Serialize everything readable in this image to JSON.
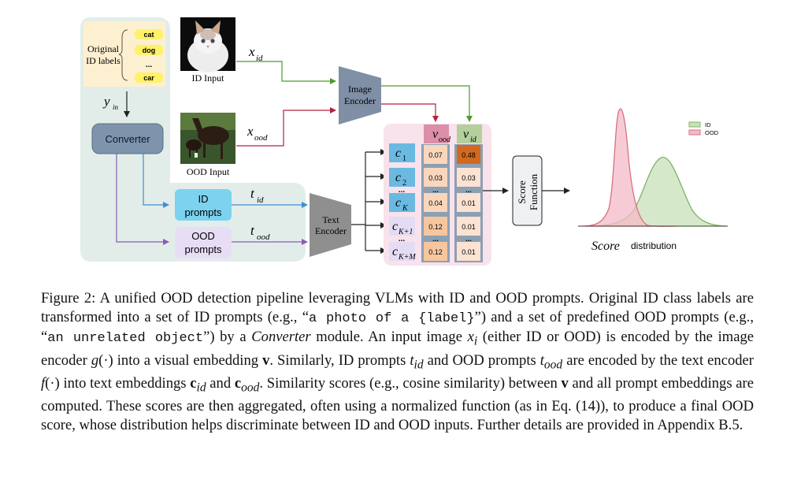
{
  "figure": {
    "labels": {
      "title": "Original",
      "title2": "ID labels",
      "cat": "cat",
      "dog": "dog",
      "dots": "...",
      "car": "car",
      "y": "y",
      "y_sub": "in",
      "converter": "Converter",
      "id_input": "ID Input",
      "ood_input": "OOD Input",
      "x_id": "x",
      "x_id_sub": "id",
      "x_ood": "x",
      "x_ood_sub": "ood",
      "image_encoder_1": "Image",
      "image_encoder_2": "Encoder",
      "text_encoder_1": "Text",
      "text_encoder_2": "Encoder",
      "id_prompts_1": "ID",
      "id_prompts_2": "prompts",
      "ood_prompts_1": "OOD",
      "ood_prompts_2": "prompts",
      "t_id": "t",
      "t_id_sub": "id",
      "t_ood": "t",
      "t_ood_sub": "ood",
      "v_ood": "v",
      "v_ood_sub": "ood",
      "v_id": "v",
      "v_id_sub": "id",
      "c1": "c",
      "c1_sub": "1",
      "c2": "c",
      "c2_sub": "2",
      "cK": "c",
      "cK_sub": "K",
      "cK1": "c",
      "cK1_sub": "K+1",
      "cKM": "c",
      "cKM_sub": "K+M",
      "vdots": "...",
      "score_fn_1": "Score",
      "score_fn_2": "Function",
      "score_dist_it": "Score",
      "score_dist": "distribution",
      "legend_id": "ID",
      "legend_ood": "OOD"
    },
    "scores_ood": [
      "0.07",
      "0.03",
      "0.04",
      "0.12",
      "0.12"
    ],
    "scores_id": [
      "0.48",
      "0.03",
      "0.01",
      "0.01",
      "0.01"
    ],
    "colors": {
      "left_panel": "#e2ede9",
      "labels_box": "#fdf0d0",
      "tag_yellow": "#fff266",
      "converter": "#7e94ad",
      "encoder": "#7f8fa6",
      "text_encoder": "#8f8f8f",
      "id_prompt": "#7cd2ef",
      "ood_prompt": "#e7def6",
      "matrix_bg": "#f8e2ec",
      "v_ood_head": "#dc8fa9",
      "v_id_head": "#b4cf9b",
      "cell_ood": "#f9d6bc",
      "cell_hot": "#d2691e",
      "c_box": "#6ab9e1",
      "id_curve": "#7fb26a",
      "ood_curve": "#d9707f",
      "arrow_green": "#4d9b2e",
      "arrow_red": "#b4213f",
      "arrow_blue": "#3f8fd1",
      "arrow_purple": "#8a5bb6"
    }
  },
  "caption": {
    "s1": "Figure 2: A unified OOD detection pipeline leveraging VLMs with ID and OOD prompts. Original ID class labels are transformed into a set of ID prompts (e.g., “",
    "m1": "a photo of a {label}",
    "s2": "”) and a set of predefined OOD prompts (e.g., “",
    "m2": "an unrelated object",
    "s3": "”) by a ",
    "i1": "Converter",
    "s4": " module. An input image ",
    "xi": "x",
    "xi_sub": "i",
    "s5": " (either ID or OOD) is encoded by the image encoder ",
    "g": "g",
    "s6": "(·) into a visual embedding ",
    "v1": "v",
    "s7": ". Similarly, ID prompts ",
    "tid": "t",
    "tid_sub": "id",
    "s8": " and OOD prompts ",
    "tood": "t",
    "tood_sub": "ood",
    "s9": " are encoded by the text encoder ",
    "f": "f",
    "s10": "(·) into text embeddings ",
    "cid": "c",
    "cid_sub": "id",
    "s11": " and ",
    "cood": "c",
    "cood_sub": "ood",
    "s12": ". Similarity scores (e.g., cosine similarity) between ",
    "v2": "v",
    "s13": " and all prompt embeddings are computed. These scores are then aggregated, often using a normalized function (as in Eq. (14)), to produce a final OOD score, whose distribution helps discriminate between ID and OOD inputs. Further details are provided in Appendix B.5."
  }
}
